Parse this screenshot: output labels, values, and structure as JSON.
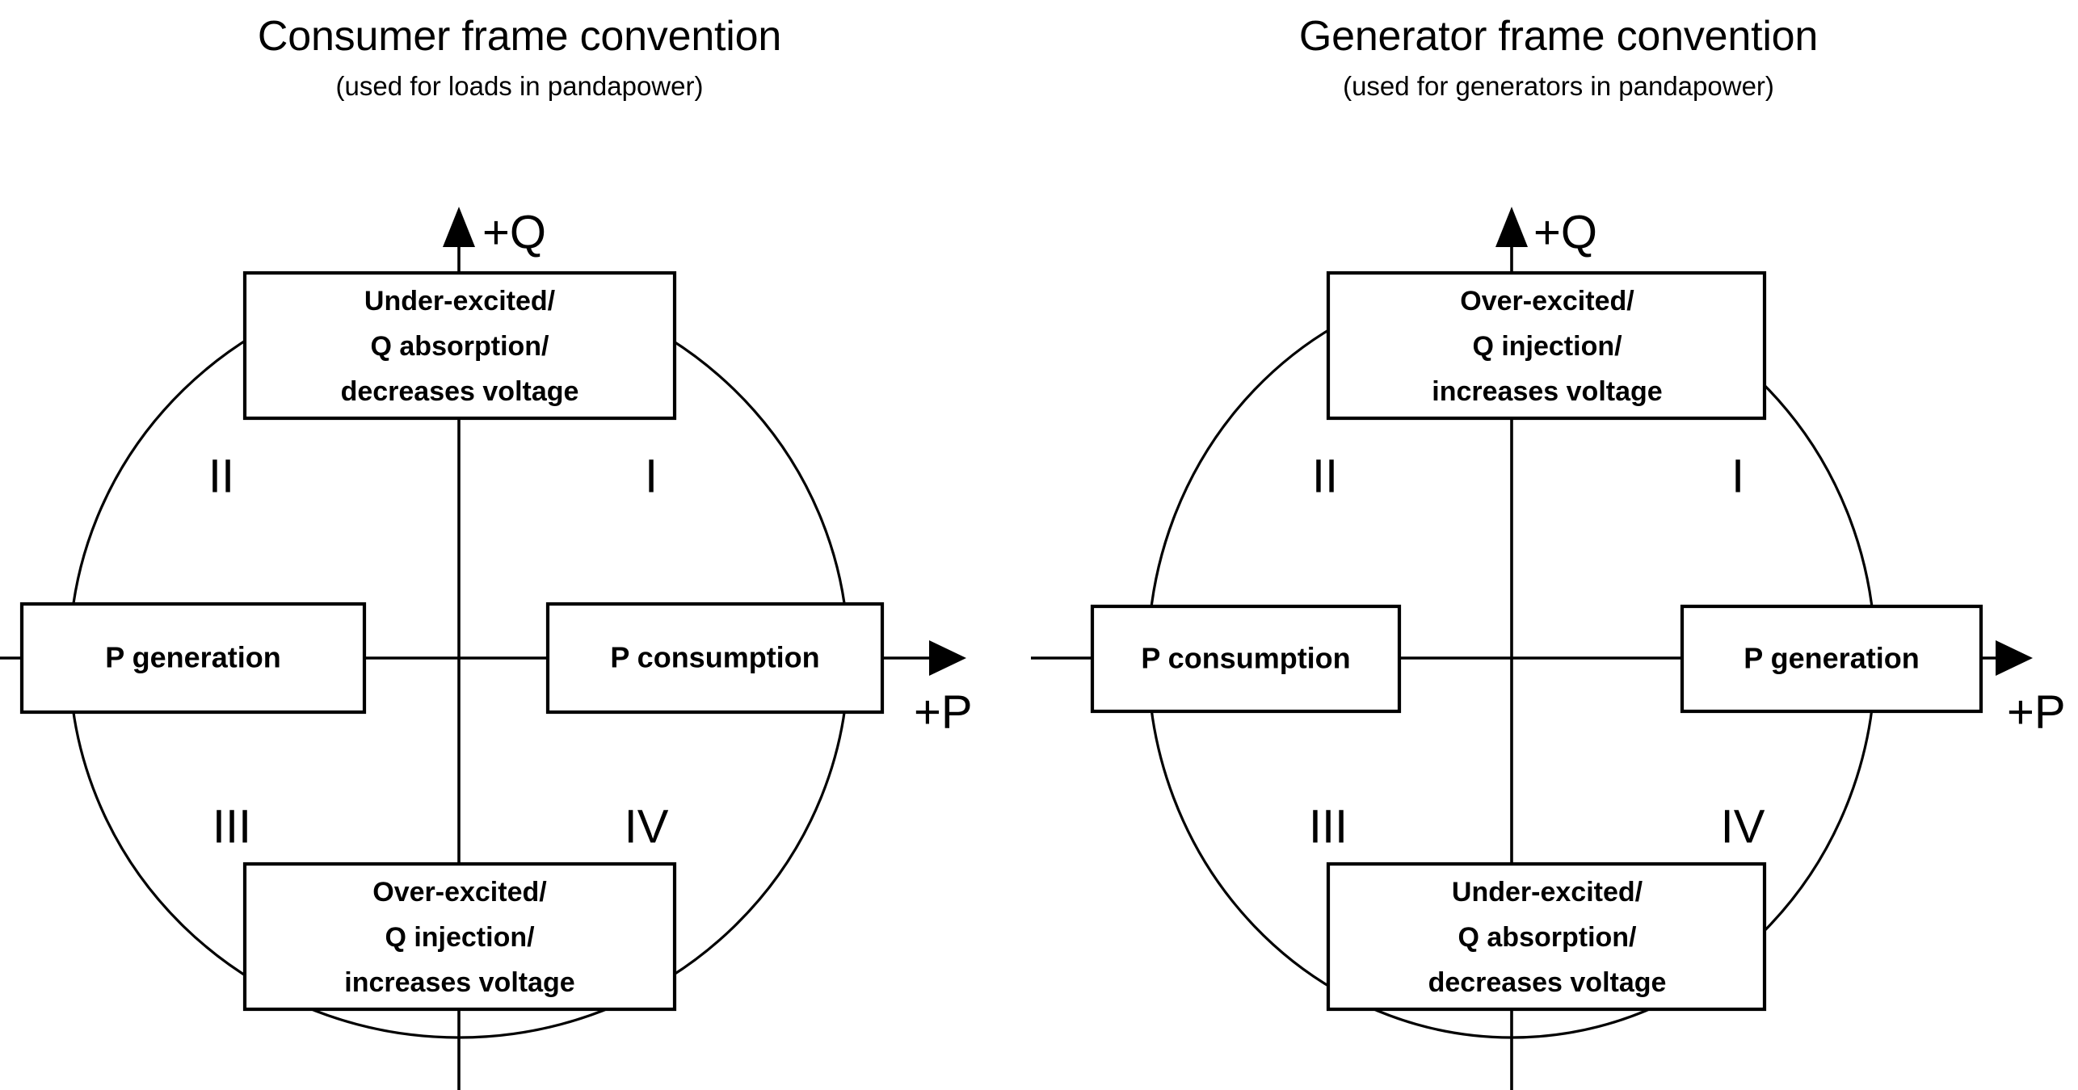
{
  "page": {
    "background_color": "#ffffff",
    "stroke_color": "#000000"
  },
  "panels": [
    {
      "id": "consumer",
      "title": "Consumer frame convention",
      "subtitle": "(used for loads in pandapower)",
      "axes": {
        "q_label": "+Q",
        "p_label": "+P"
      },
      "quadrants": [
        {
          "id": "I",
          "label": "I"
        },
        {
          "id": "II",
          "label": "II"
        },
        {
          "id": "III",
          "label": "III"
        },
        {
          "id": "IV",
          "label": "IV"
        }
      ],
      "boxes": {
        "top": {
          "lines": [
            "Under-excited/",
            "Q absorption/",
            "decreases voltage"
          ]
        },
        "bottom": {
          "lines": [
            "Over-excited/",
            "Q injection/",
            "increases voltage"
          ]
        },
        "left": {
          "label": "P generation"
        },
        "right": {
          "label": "P consumption"
        }
      }
    },
    {
      "id": "generator",
      "title": "Generator frame convention",
      "subtitle": "(used for generators in pandapower)",
      "axes": {
        "q_label": "+Q",
        "p_label": "+P"
      },
      "quadrants": [
        {
          "id": "I",
          "label": "I"
        },
        {
          "id": "II",
          "label": "II"
        },
        {
          "id": "III",
          "label": "III"
        },
        {
          "id": "IV",
          "label": "IV"
        }
      ],
      "boxes": {
        "top": {
          "lines": [
            "Over-excited/",
            "Q injection/",
            "increases voltage"
          ]
        },
        "bottom": {
          "lines": [
            "Under-excited/",
            "Q absorption/",
            "decreases voltage"
          ]
        },
        "left": {
          "label": "P consumption"
        },
        "right": {
          "label": "P generation"
        }
      }
    }
  ]
}
